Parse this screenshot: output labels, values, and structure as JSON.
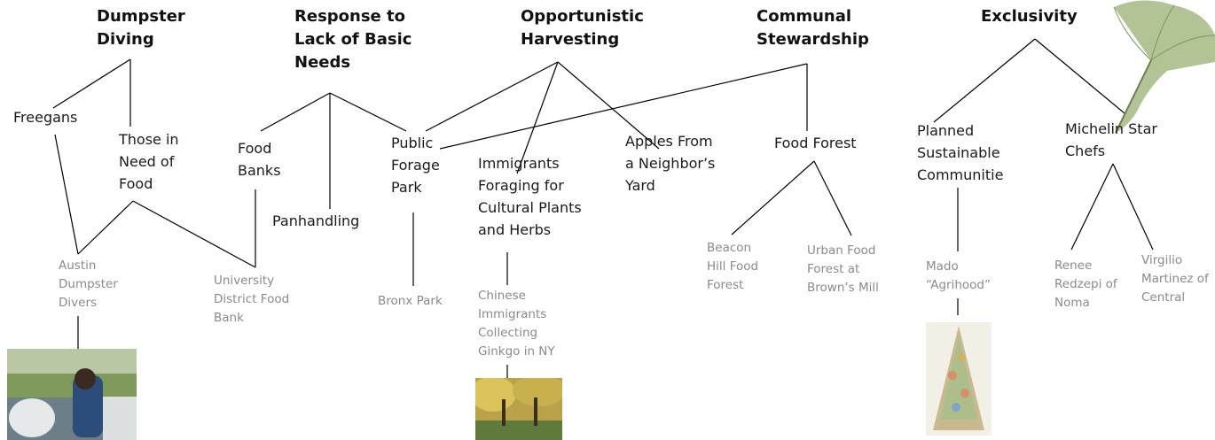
{
  "categories": {
    "dumpster": "Dumpster\nDiving",
    "response": "Response to\nLack of Basic\nNeeds",
    "opportunistic": "Opportunistic\nHarvesting",
    "communal": "Communal\nStewardship",
    "exclusivity": "Exclusivity"
  },
  "motivations": {
    "freegans": "Freegans",
    "need_food": "Those in\nNeed of\nFood",
    "food_banks": "Food\nBanks",
    "panhandling": "Panhandling",
    "public_forage": "Public\nForage\nPark",
    "immigrants": "Immigrants\nForaging for\nCultural Plants\nand Herbs",
    "apples": "Apples From\na Neighbor’s\nYard",
    "food_forest": "Food Forest",
    "planned": "Planned\nSustainable\nCommunitie",
    "michelin": "Michelin Star\nChefs"
  },
  "examples": {
    "austin": "Austin\nDumpster\nDivers",
    "university": "University\nDistrict Food\nBank",
    "bronx": "Bronx Park",
    "chinese": "Chinese\nImmigrants\nCollecting\nGinkgo in NY",
    "beacon": "Beacon\nHill Food\nForest",
    "urban": "Urban Food\nForest at\nBrown’s Mill",
    "mado": "Mado\n“Agrihood”",
    "renee": "Renee\nRedzepi of\nNoma",
    "virgilio": "Virgilio\nMartinez of\nCentral"
  },
  "colors": {
    "category_text": "#111111",
    "motivation_text": "#1a1a1a",
    "example_text": "#8a8a8a",
    "line": "#000000",
    "ginkgo": "#9fb37a"
  }
}
